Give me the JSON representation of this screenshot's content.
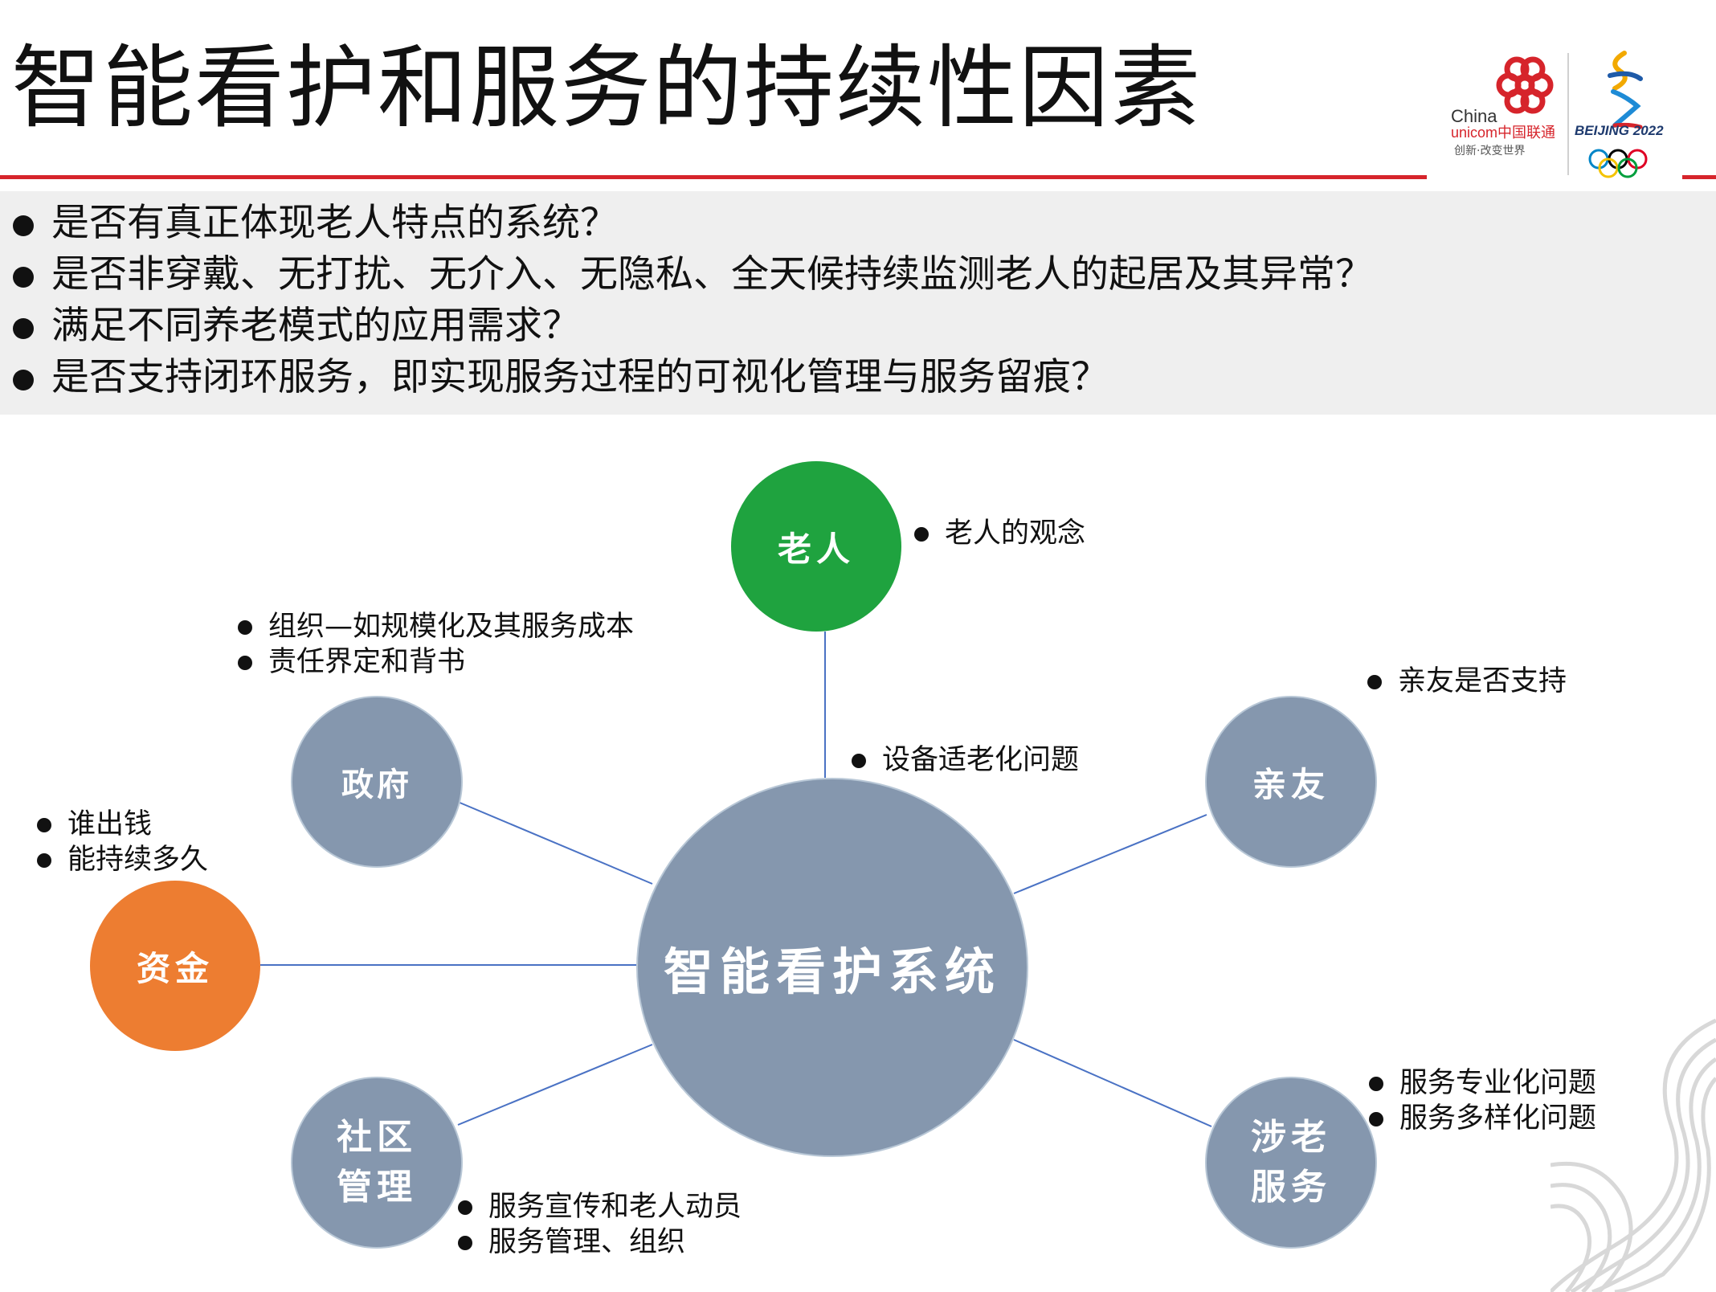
{
  "title": "智能看护和服务的持续性因素",
  "logos": {
    "unicom_text_en": "China unicom中国联通",
    "unicom_slogan": "创新·改变世界",
    "olympics_text": "BEIJING 2022",
    "colors": {
      "unicom_red": "#d6242b",
      "olympic_blue": "#1e5aa8"
    }
  },
  "questions": [
    "是否有真正体现老人特点的系统？",
    "是否非穿戴、无打扰、无介入、无隐私、全天候持续监测老人的起居及其异常？",
    "满足不同养老模式的应用需求？",
    "是否支持闭环服务，即实现服务过程的可视化管理与服务留痕？"
  ],
  "diagram": {
    "center": {
      "label": "智能看护系统",
      "color": "#8597ae"
    },
    "nodes": {
      "elder": {
        "label": "老人",
        "color": "#1fa33f"
      },
      "gov": {
        "label": "政府",
        "color": "#8597ae"
      },
      "family": {
        "label": "亲友",
        "color": "#8597ae"
      },
      "fund": {
        "label": "资金",
        "color": "#ed7d31"
      },
      "community": {
        "label": "社区\n管理",
        "color": "#8597ae"
      },
      "service": {
        "label": "涉老\n服务",
        "color": "#8597ae"
      }
    },
    "notes": {
      "elder": [
        "老人的观念"
      ],
      "gov": [
        "组织—如规模化及其服务成本",
        "责任界定和背书"
      ],
      "family": [
        "亲友是否支持"
      ],
      "fund": [
        "谁出钱",
        "能持续多久"
      ],
      "device": [
        "设备适老化问题"
      ],
      "community": [
        "服务宣传和老人动员",
        "服务管理、组织"
      ],
      "service": [
        "服务专业化问题",
        "服务多样化问题"
      ]
    },
    "line_color": "#4a72c4"
  }
}
